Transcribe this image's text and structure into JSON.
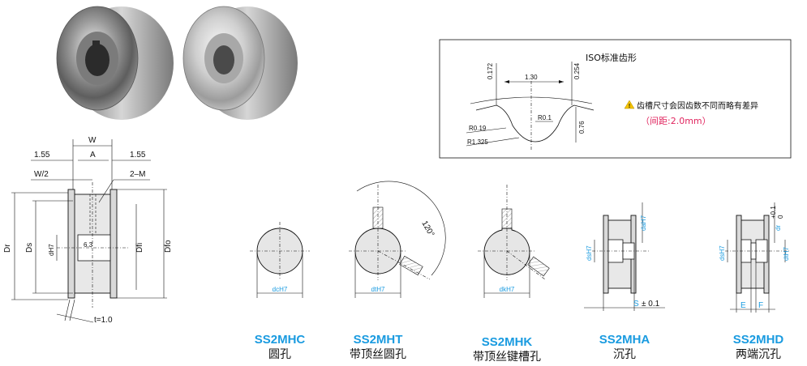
{
  "iso_panel": {
    "title": "ISO标准齿形",
    "note": "齿槽尺寸会因齿数不同而略有差异",
    "pitch": "（间距:2.0mm）",
    "dims": [
      "0.172",
      "1.30",
      "0.254",
      "R0.1",
      "0.76",
      "R0.19",
      "R1.325"
    ]
  },
  "main_drawing": {
    "labels": {
      "w": "W",
      "a": "A",
      "left_155": "1.55",
      "right_155": "1.55",
      "w2": "W/2",
      "m2": "2–M",
      "dr": "Dr",
      "ds": "Ds",
      "dh7": "dH7",
      "fi": "Dfi",
      "dfo": "Dfo",
      "r63": "6.3",
      "t": "t=1.0"
    }
  },
  "variants": [
    {
      "code": "SS2MHC",
      "name": "圆孔",
      "dim": "dcH7"
    },
    {
      "code": "SS2MHT",
      "name": "带顶丝圆孔",
      "dim": "dtH7",
      "angle": "120°"
    },
    {
      "code": "SS2MHK",
      "name": "带顶丝键槽孔",
      "dim": "dkH7"
    },
    {
      "code": "SS2MHA",
      "name": "沉孔",
      "dim1": "dsH7",
      "dim2": "daH7",
      "s": "S",
      "tol": "± 0.1"
    },
    {
      "code": "SS2MHD",
      "name": "两端沉孔",
      "dim1": "dsH7",
      "dim2": "dtH7",
      "dr": "dr",
      "tol_up": "+0.1",
      "tol_lo": "0",
      "e": "E",
      "f": "F"
    }
  ],
  "colors": {
    "accent": "#1a9be0",
    "warning": "#e0245e",
    "warn_icon": "#f5c400"
  }
}
